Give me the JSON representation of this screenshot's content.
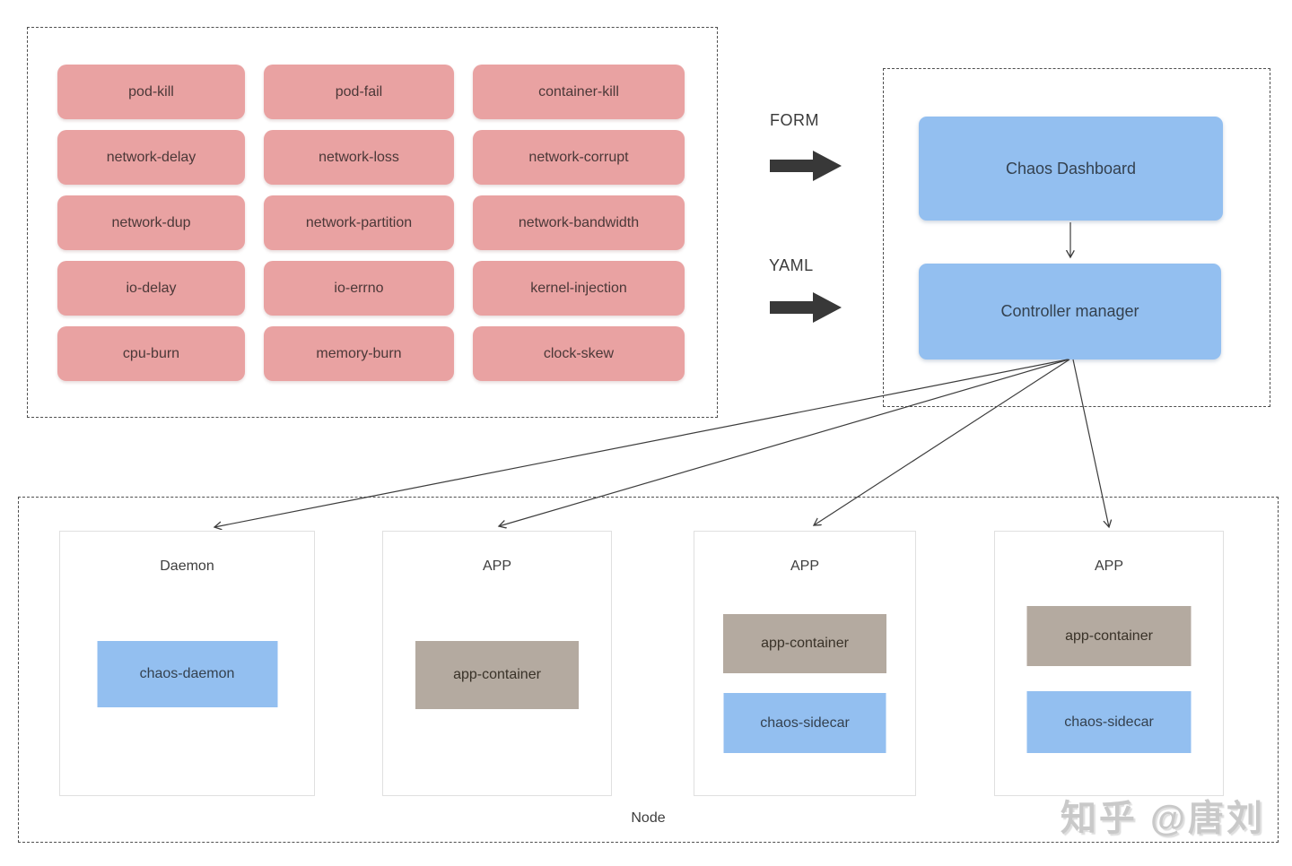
{
  "colors": {
    "fault_pink": "#e9a2a2",
    "component_blue": "#93bff0",
    "container_gray": "#b4aaa0",
    "arrow_black": "#383838",
    "connector_stroke": "#3c3c3c"
  },
  "faults": {
    "items": [
      "pod-kill",
      "pod-fail",
      "container-kill",
      "network-delay",
      "network-loss",
      "network-corrupt",
      "network-dup",
      "network-partition",
      "network-bandwidth",
      "io-delay",
      "io-errno",
      "kernel-injection",
      "cpu-burn",
      "memory-burn",
      "clock-skew"
    ]
  },
  "inputs": {
    "form_label": "FORM",
    "yaml_label": "YAML"
  },
  "control_plane": {
    "dashboard_label": "Chaos Dashboard",
    "controller_label": "Controller manager"
  },
  "node": {
    "label": "Node",
    "pods": [
      {
        "title": "Daemon",
        "containers": [
          {
            "label": "chaos-daemon",
            "type": "blue"
          }
        ]
      },
      {
        "title": "APP",
        "containers": [
          {
            "label": "app-container",
            "type": "gray"
          }
        ]
      },
      {
        "title": "APP",
        "containers": [
          {
            "label": "app-container",
            "type": "gray"
          },
          {
            "label": "chaos-sidecar",
            "type": "blue"
          }
        ]
      },
      {
        "title": "APP",
        "containers": [
          {
            "label": "app-container",
            "type": "gray"
          },
          {
            "label": "chaos-sidecar",
            "type": "blue"
          }
        ]
      }
    ]
  },
  "watermark": "知乎 @唐刘"
}
